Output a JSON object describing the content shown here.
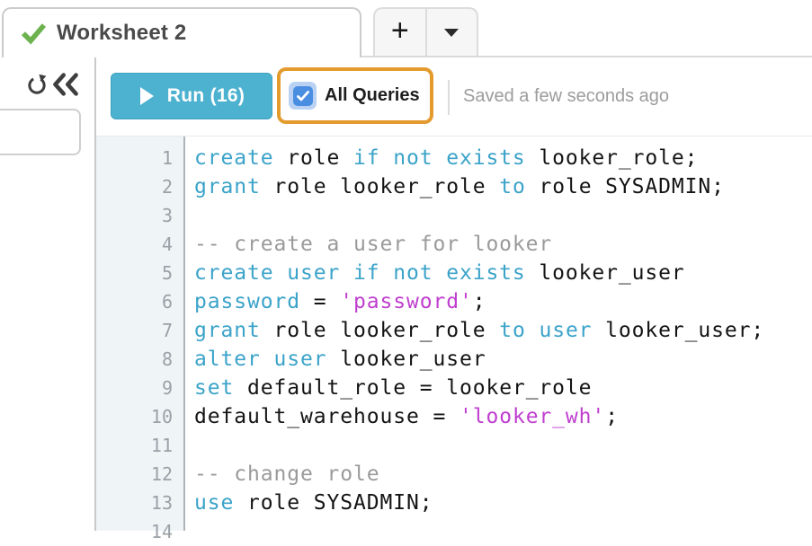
{
  "tabs": {
    "active": {
      "label": "Worksheet 2",
      "status_icon": "green-check-icon"
    },
    "new_tab_label": "+",
    "dropdown_icon": "caret-down-icon"
  },
  "sidebar": {
    "icons": [
      {
        "name": "refresh-icon"
      },
      {
        "name": "collapse-left-icon"
      }
    ]
  },
  "toolbar": {
    "run_label": "Run (16)",
    "run_icon": "play-icon",
    "all_queries": {
      "label": "All Queries",
      "checked": true
    },
    "saved_status": "Saved a few seconds ago"
  },
  "annotation": {
    "type": "highlight-box",
    "color": "#e49b2e"
  },
  "colors": {
    "keyword": "#3ba3c9",
    "plain": "#141414",
    "comment": "#9a9a9a",
    "string": "#bf3ecf",
    "run_button": "#4db1d0",
    "checkbox": "#4a8ee2",
    "check_green": "#6db24f",
    "gutter_bg": "#eff4f7"
  },
  "editor": {
    "lines": [
      {
        "num": "1",
        "tokens": [
          {
            "t": "kw",
            "v": "create"
          },
          {
            "t": "pl",
            "v": " role "
          },
          {
            "t": "kw",
            "v": "if not exists"
          },
          {
            "t": "pl",
            "v": " looker_role;"
          }
        ]
      },
      {
        "num": "2",
        "tokens": [
          {
            "t": "kw",
            "v": "grant"
          },
          {
            "t": "pl",
            "v": " role looker_role "
          },
          {
            "t": "kw",
            "v": "to"
          },
          {
            "t": "pl",
            "v": " role SYSADMIN;"
          }
        ]
      },
      {
        "num": "3",
        "tokens": []
      },
      {
        "num": "4",
        "tokens": [
          {
            "t": "cm",
            "v": "-- create a user for looker"
          }
        ]
      },
      {
        "num": "5",
        "tokens": [
          {
            "t": "kw",
            "v": "create user if not exists"
          },
          {
            "t": "pl",
            "v": " looker_user"
          }
        ]
      },
      {
        "num": "6",
        "tokens": [
          {
            "t": "kw",
            "v": "password"
          },
          {
            "t": "pl",
            "v": " = "
          },
          {
            "t": "str",
            "v": "'password'"
          },
          {
            "t": "pl",
            "v": ";"
          }
        ]
      },
      {
        "num": "7",
        "tokens": [
          {
            "t": "kw",
            "v": "grant"
          },
          {
            "t": "pl",
            "v": " role looker_role "
          },
          {
            "t": "kw",
            "v": "to user"
          },
          {
            "t": "pl",
            "v": " looker_user;"
          }
        ]
      },
      {
        "num": "8",
        "tokens": [
          {
            "t": "kw",
            "v": "alter user"
          },
          {
            "t": "pl",
            "v": " looker_user"
          }
        ]
      },
      {
        "num": "9",
        "tokens": [
          {
            "t": "kw",
            "v": "set"
          },
          {
            "t": "pl",
            "v": " default_role = looker_role"
          }
        ]
      },
      {
        "num": "10",
        "tokens": [
          {
            "t": "pl",
            "v": "default_warehouse = "
          },
          {
            "t": "str",
            "v": "'looker_wh'"
          },
          {
            "t": "pl",
            "v": ";"
          }
        ]
      },
      {
        "num": "11",
        "tokens": []
      },
      {
        "num": "12",
        "tokens": [
          {
            "t": "cm",
            "v": "-- change role"
          }
        ]
      },
      {
        "num": "13",
        "tokens": [
          {
            "t": "kw",
            "v": "use"
          },
          {
            "t": "pl",
            "v": " role SYSADMIN;"
          }
        ]
      },
      {
        "num": "14",
        "tokens": []
      }
    ]
  }
}
